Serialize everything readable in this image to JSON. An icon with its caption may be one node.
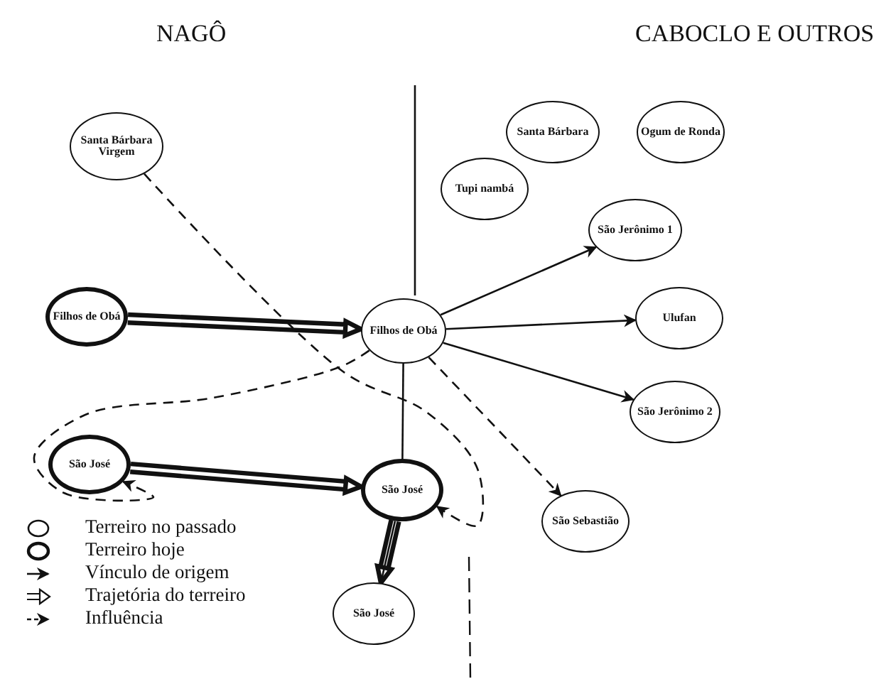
{
  "diagram": {
    "nodes": [
      {
        "text": [
          "Santa Bárbara Virgem"
        ]
      },
      {
        "text": [
          "Santa Bárbara"
        ]
      },
      {
        "text": [
          "Ogum de Ronda"
        ]
      },
      {
        "text": [
          "Tupi nambá"
        ]
      },
      {
        "text": [
          "São Jerônimo 1"
        ]
      },
      {
        "text": [
          "Filhos de Obá"
        ]
      },
      {
        "text": [
          "Filhos de Obá"
        ]
      },
      {
        "text": [
          "Ulufan"
        ]
      },
      {
        "text": [
          "São Jerônimo 2"
        ]
      },
      {
        "text": [
          "São José"
        ]
      },
      {
        "text": [
          "São José"
        ]
      },
      {
        "text": [
          "São Sebastião"
        ]
      },
      {
        "text": [
          "São José"
        ]
      }
    ],
    "edges": [
      {
        "from": 5,
        "to": 6,
        "arrow": "to",
        "style": "thick"
      },
      {
        "from": 6,
        "to": 4,
        "arrow": "to"
      },
      {
        "from": 6,
        "to": 7,
        "arrow": "to"
      },
      {
        "from": 6,
        "to": 8,
        "arrow": "to"
      },
      {
        "from": 6,
        "to": 11,
        "arrow": "to",
        "style": "dashed"
      },
      {
        "from": 0,
        "to": 10,
        "arrow": "to",
        "style": "dashed"
      },
      {
        "from": 6,
        "to": 9,
        "arrow": "to",
        "style": "dashed"
      },
      {
        "from": 9,
        "to": 10,
        "arrow": "to",
        "style": "thick"
      },
      {
        "from": 10,
        "to": 12,
        "arrow": "to",
        "style": "thick"
      },
      {
        "from": 6,
        "to": 10,
        "arrow": "none"
      },
      {
        "from": 10,
        "to": 12,
        "arrow": "none"
      }
    ],
    "labels": [
      "NAGÔ",
      "CABOCLO E OUTROS"
    ],
    "legend": [
      {
        "text": "Terreiro no passado"
      },
      {
        "text": "Terreiro hoje"
      },
      {
        "text": "Vínculo de origem"
      },
      {
        "text": "Trajetória do terreiro"
      },
      {
        "text": "Influência"
      }
    ]
  }
}
